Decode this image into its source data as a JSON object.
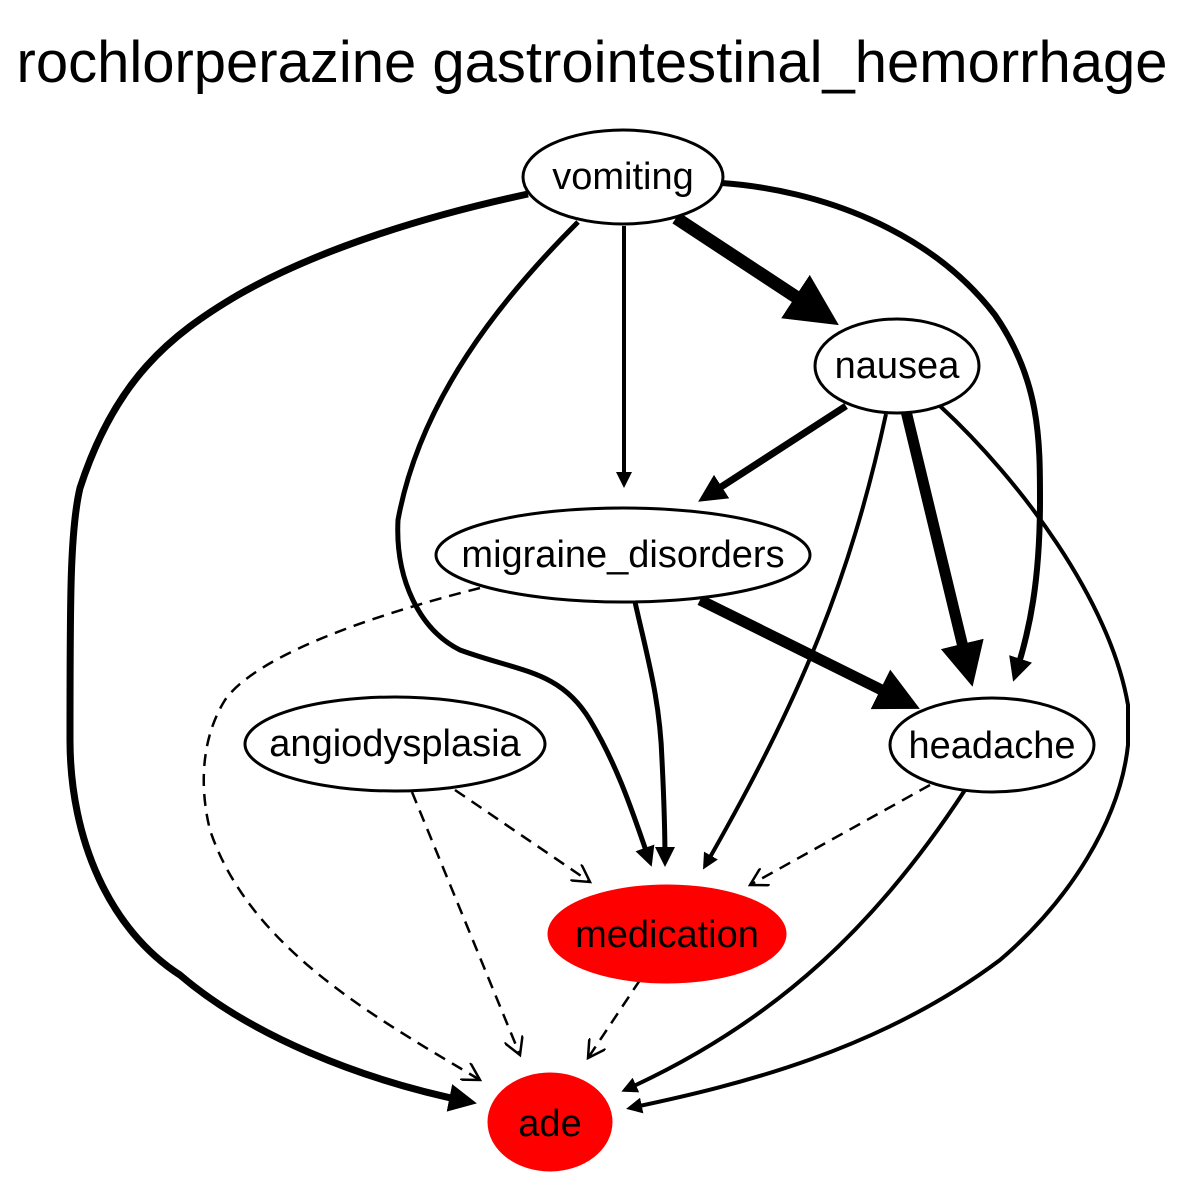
{
  "title": "rochlorperazine gastrointestinal_hemorrhage",
  "nodes": {
    "vomiting": "vomiting",
    "nausea": "nausea",
    "migraine_disorders": "migraine_disorders",
    "angiodysplasia": "angiodysplasia",
    "headache": "headache",
    "medication": "medication",
    "ade": "ade"
  },
  "colors": {
    "highlight_fill": "#ff0000",
    "normal_fill": "#ffffff",
    "stroke": "#000000"
  }
}
